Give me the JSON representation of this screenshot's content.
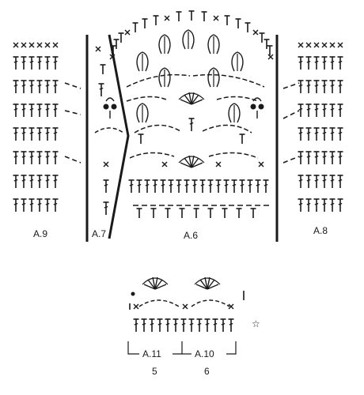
{
  "labels": {
    "a9": "A.9",
    "a7": "A.7",
    "a6": "A.6",
    "a8": "A.8",
    "a11": "A.11",
    "a10": "A.10",
    "count_a11": "5",
    "count_a10": "6"
  },
  "symbols": {
    "single_crochet": "×",
    "star": "☆",
    "treble": "†"
  },
  "colors": {
    "ink": "#1a1a1a",
    "background": "#ffffff"
  }
}
